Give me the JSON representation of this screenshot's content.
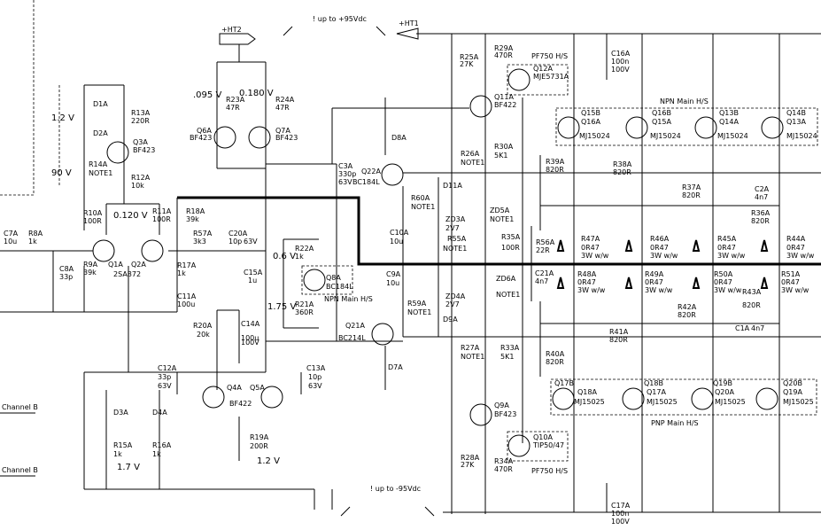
{
  "supply": {
    "pos_label": "+HT2",
    "pos_label2": "+HT1",
    "up_note": "! up to +95Vdc",
    "down_note": "! up to -95Vdc"
  },
  "channel_b": [
    "Channel B",
    "Channel B"
  ],
  "heatsinks": {
    "npn": "NPN Main H/S",
    "pnp": "PNP Main H/S",
    "q12_hs": "PF750 H/S",
    "q10_hs": "PF750 H/S",
    "q8_hs": "NPN Main H/S"
  },
  "voltages": [
    "1.2 V",
    "90 V",
    "0.120 V",
    ".095 V",
    "0.180 V",
    "0.6 V",
    "1.75 V",
    "1.7 V",
    "1.2 V"
  ],
  "labels": [
    {
      "id": "D1A",
      "t": "D1A"
    },
    {
      "id": "D2A",
      "t": "D2A"
    },
    {
      "id": "R13A",
      "t": "R13A"
    },
    {
      "id": "R13V",
      "t": "220R"
    },
    {
      "id": "Q3A",
      "t": "Q3A"
    },
    {
      "id": "Q3V",
      "t": "BF423"
    },
    {
      "id": "R14A",
      "t": "R14A"
    },
    {
      "id": "R14V",
      "t": "NOTE1"
    },
    {
      "id": "R12A",
      "t": "R12A"
    },
    {
      "id": "R12V",
      "t": "10k"
    },
    {
      "id": "R10A",
      "t": "R10A"
    },
    {
      "id": "R10V",
      "t": "100R"
    },
    {
      "id": "R11A",
      "t": "R11A"
    },
    {
      "id": "R11V",
      "t": "100R"
    },
    {
      "id": "R18A",
      "t": "R18A"
    },
    {
      "id": "R18V",
      "t": "39k"
    },
    {
      "id": "C7A",
      "t": "C7A"
    },
    {
      "id": "C7V",
      "t": "10u"
    },
    {
      "id": "R8A",
      "t": "R8A"
    },
    {
      "id": "R8V",
      "t": "1k"
    },
    {
      "id": "C8A",
      "t": "C8A"
    },
    {
      "id": "C8V",
      "t": "33p"
    },
    {
      "id": "R9A",
      "t": "R9A"
    },
    {
      "id": "R9V",
      "t": "39k"
    },
    {
      "id": "Q1A",
      "t": "Q1A"
    },
    {
      "id": "Q2A",
      "t": "Q2A"
    },
    {
      "id": "Q12V",
      "t": "2SA872"
    },
    {
      "id": "R17A",
      "t": "R17A"
    },
    {
      "id": "R17V",
      "t": "1k"
    },
    {
      "id": "C11A",
      "t": "C11A"
    },
    {
      "id": "C11V",
      "t": "100u"
    },
    {
      "id": "R57A",
      "t": "R57A"
    },
    {
      "id": "R57V",
      "t": "3k3"
    },
    {
      "id": "C20A",
      "t": "C20A"
    },
    {
      "id": "C20V",
      "t": "10p"
    },
    {
      "id": "C20V2",
      "t": "63V"
    },
    {
      "id": "R23A",
      "t": "R23A"
    },
    {
      "id": "R23V",
      "t": "47R"
    },
    {
      "id": "R24A",
      "t": "R24A"
    },
    {
      "id": "R24V",
      "t": "47R"
    },
    {
      "id": "Q6A",
      "t": "Q6A"
    },
    {
      "id": "Q6V",
      "t": "BF423"
    },
    {
      "id": "Q7A",
      "t": "Q7A"
    },
    {
      "id": "Q7V",
      "t": "BF423"
    },
    {
      "id": "C3A",
      "t": "C3A"
    },
    {
      "id": "C3V",
      "t": "330p"
    },
    {
      "id": "C3V2",
      "t": "63V"
    },
    {
      "id": "R22A",
      "t": "R22A"
    },
    {
      "id": "R22V",
      "t": "1k"
    },
    {
      "id": "C15A",
      "t": "C15A"
    },
    {
      "id": "C15V",
      "t": "1u"
    },
    {
      "id": "Q8A",
      "t": "Q8A"
    },
    {
      "id": "Q8V",
      "t": "BC184L"
    },
    {
      "id": "R21A",
      "t": "R21A"
    },
    {
      "id": "R21V",
      "t": "360R"
    },
    {
      "id": "R20A",
      "t": "R20A"
    },
    {
      "id": "R20V",
      "t": "20k"
    },
    {
      "id": "C14A",
      "t": "C14A"
    },
    {
      "id": "C14V",
      "t": "100u"
    },
    {
      "id": "C14V2",
      "t": "100V"
    },
    {
      "id": "C12A",
      "t": "C12A"
    },
    {
      "id": "C12V",
      "t": "33p"
    },
    {
      "id": "C12V2",
      "t": "63V"
    },
    {
      "id": "C13A",
      "t": "C13A"
    },
    {
      "id": "C13V",
      "t": "10p"
    },
    {
      "id": "C13V2",
      "t": "63V"
    },
    {
      "id": "Q4A",
      "t": "Q4A"
    },
    {
      "id": "Q5A",
      "t": "Q5A"
    },
    {
      "id": "Q45V",
      "t": "BF422"
    },
    {
      "id": "D3A",
      "t": "D3A"
    },
    {
      "id": "D4A",
      "t": "D4A"
    },
    {
      "id": "R15A",
      "t": "R15A"
    },
    {
      "id": "R15V",
      "t": "1k"
    },
    {
      "id": "R16A",
      "t": "R16A"
    },
    {
      "id": "R16V",
      "t": "1k"
    },
    {
      "id": "R19A",
      "t": "R19A"
    },
    {
      "id": "R19V",
      "t": "200R"
    },
    {
      "id": "D8A",
      "t": "D8A"
    },
    {
      "id": "Q22A",
      "t": "Q22A"
    },
    {
      "id": "Q22V",
      "t": "BC184L"
    },
    {
      "id": "R60A",
      "t": "R60A"
    },
    {
      "id": "R60V",
      "t": "NOTE1"
    },
    {
      "id": "C10A",
      "t": "C10A"
    },
    {
      "id": "C10V",
      "t": "10u"
    },
    {
      "id": "C9A",
      "t": "C9A"
    },
    {
      "id": "C9V",
      "t": "10u"
    },
    {
      "id": "R59A",
      "t": "R59A"
    },
    {
      "id": "R59V",
      "t": "NOTE1"
    },
    {
      "id": "Q21A",
      "t": "Q21A"
    },
    {
      "id": "Q21V",
      "t": "BC214L"
    },
    {
      "id": "D7A",
      "t": "D7A"
    },
    {
      "id": "D11A",
      "t": "D11A"
    },
    {
      "id": "ZD3A",
      "t": "ZD3A"
    },
    {
      "id": "ZD3V",
      "t": "2V7"
    },
    {
      "id": "R55A",
      "t": "R55A"
    },
    {
      "id": "R55V",
      "t": "NOTE1"
    },
    {
      "id": "ZD4A",
      "t": "ZD4A"
    },
    {
      "id": "ZD4V",
      "t": "2V7"
    },
    {
      "id": "D9A",
      "t": "D9A"
    },
    {
      "id": "ZD5A",
      "t": "ZD5A"
    },
    {
      "id": "ZD5V",
      "t": "NOTE1"
    },
    {
      "id": "ZD6A",
      "t": "ZD6A"
    },
    {
      "id": "ZD6V",
      "t": "NOTE1"
    },
    {
      "id": "R25A",
      "t": "R25A"
    },
    {
      "id": "R25V",
      "t": "27K"
    },
    {
      "id": "R29A",
      "t": "R29A"
    },
    {
      "id": "R29V",
      "t": "470R"
    },
    {
      "id": "Q12A",
      "t": "Q12A"
    },
    {
      "id": "Q12AV",
      "t": "MJE5731A"
    },
    {
      "id": "Q11A",
      "t": "Q11A"
    },
    {
      "id": "Q11V",
      "t": "BF422"
    },
    {
      "id": "R26A",
      "t": "R26A"
    },
    {
      "id": "R26V",
      "t": "NOTE1"
    },
    {
      "id": "R30A",
      "t": "R30A"
    },
    {
      "id": "R30V",
      "t": "5K1"
    },
    {
      "id": "R35A",
      "t": "R35A"
    },
    {
      "id": "R35V",
      "t": "100R"
    },
    {
      "id": "R27A",
      "t": "R27A"
    },
    {
      "id": "R27V",
      "t": "NOTE1"
    },
    {
      "id": "R33A",
      "t": "R33A"
    },
    {
      "id": "R33V",
      "t": "5K1"
    },
    {
      "id": "Q9A",
      "t": "Q9A"
    },
    {
      "id": "Q9V",
      "t": "BF423"
    },
    {
      "id": "Q10A",
      "t": "Q10A"
    },
    {
      "id": "Q10V",
      "t": "TIP50/47"
    },
    {
      "id": "R28A",
      "t": "R28A"
    },
    {
      "id": "R28V",
      "t": "27K"
    },
    {
      "id": "R34A",
      "t": "R34A"
    },
    {
      "id": "R34V",
      "t": "470R"
    },
    {
      "id": "C16A",
      "t": "C16A"
    },
    {
      "id": "C16V",
      "t": "100n"
    },
    {
      "id": "C16V2",
      "t": "100V"
    },
    {
      "id": "C17A",
      "t": "C17A"
    },
    {
      "id": "C17V",
      "t": "100n"
    },
    {
      "id": "C17V2",
      "t": "100V"
    },
    {
      "id": "Q15B",
      "t": "Q15B"
    },
    {
      "id": "Q16A",
      "t": "Q16A"
    },
    {
      "id": "Q16V",
      "t": "MJ15024"
    },
    {
      "id": "Q16B",
      "t": "Q16B"
    },
    {
      "id": "Q15A",
      "t": "Q15A"
    },
    {
      "id": "Q15V",
      "t": "MJ15024"
    },
    {
      "id": "Q13B",
      "t": "Q13B"
    },
    {
      "id": "Q14A",
      "t": "Q14A"
    },
    {
      "id": "Q14V",
      "t": "MJ15024"
    },
    {
      "id": "Q14B",
      "t": "Q14B"
    },
    {
      "id": "Q13A",
      "t": "Q13A"
    },
    {
      "id": "Q13V",
      "t": "MJ15024"
    },
    {
      "id": "R39A",
      "t": "R39A"
    },
    {
      "id": "R39V",
      "t": "820R"
    },
    {
      "id": "R38A",
      "t": "R38A"
    },
    {
      "id": "R38V",
      "t": "820R"
    },
    {
      "id": "R37A",
      "t": "R37A"
    },
    {
      "id": "R37V",
      "t": "820R"
    },
    {
      "id": "C2A",
      "t": "C2A"
    },
    {
      "id": "C2V",
      "t": "4n7"
    },
    {
      "id": "R36A",
      "t": "R36A"
    },
    {
      "id": "R36V",
      "t": "820R"
    },
    {
      "id": "R56A",
      "t": "R56A"
    },
    {
      "id": "R56V",
      "t": "22R"
    },
    {
      "id": "C21A",
      "t": "C21A"
    },
    {
      "id": "C21V",
      "t": "4n7"
    },
    {
      "id": "R47A",
      "t": "R47A"
    },
    {
      "id": "R47V",
      "t": "0R47"
    },
    {
      "id": "R47W",
      "t": "3W w/w"
    },
    {
      "id": "R46A",
      "t": "R46A"
    },
    {
      "id": "R46V",
      "t": "0R47"
    },
    {
      "id": "R46W",
      "t": "3W w/w"
    },
    {
      "id": "R45A",
      "t": "R45A"
    },
    {
      "id": "R45V",
      "t": "0R47"
    },
    {
      "id": "R45W",
      "t": "3W w/w"
    },
    {
      "id": "R44A",
      "t": "R44A"
    },
    {
      "id": "R44V",
      "t": "0R47"
    },
    {
      "id": "R44W",
      "t": "3W w/w"
    },
    {
      "id": "R48A",
      "t": "R48A"
    },
    {
      "id": "R48V",
      "t": "0R47"
    },
    {
      "id": "R48W",
      "t": "3W w/w"
    },
    {
      "id": "R49A",
      "t": "R49A"
    },
    {
      "id": "R49V",
      "t": "0R47"
    },
    {
      "id": "R49W",
      "t": "3W w/w"
    },
    {
      "id": "R50A",
      "t": "R50A"
    },
    {
      "id": "R50V",
      "t": "0R47"
    },
    {
      "id": "R50W",
      "t": "3W w/w"
    },
    {
      "id": "R51A",
      "t": "R51A"
    },
    {
      "id": "R51V",
      "t": "0R47"
    },
    {
      "id": "R51W",
      "t": "3W w/w"
    },
    {
      "id": "R43A",
      "t": "R43A"
    },
    {
      "id": "R43V",
      "t": "820R"
    },
    {
      "id": "R42A",
      "t": "R42A"
    },
    {
      "id": "R42V",
      "t": "820R"
    },
    {
      "id": "C1A",
      "t": "C1A"
    },
    {
      "id": "C1V",
      "t": "4n7"
    },
    {
      "id": "R41A",
      "t": "R41A"
    },
    {
      "id": "R41V",
      "t": "820R"
    },
    {
      "id": "R40A",
      "t": "R40A"
    },
    {
      "id": "R40V",
      "t": "820R"
    },
    {
      "id": "Q17B",
      "t": "Q17B"
    },
    {
      "id": "Q18A",
      "t": "Q18A"
    },
    {
      "id": "Q18V",
      "t": "MJ15025"
    },
    {
      "id": "Q18B",
      "t": "Q18B"
    },
    {
      "id": "Q17A",
      "t": "Q17A"
    },
    {
      "id": "Q17V",
      "t": "MJ15025"
    },
    {
      "id": "Q19B",
      "t": "Q19B"
    },
    {
      "id": "Q20A",
      "t": "Q20A"
    },
    {
      "id": "Q20V",
      "t": "MJ15025"
    },
    {
      "id": "Q20B",
      "t": "Q20B"
    },
    {
      "id": "Q19A",
      "t": "Q19A"
    },
    {
      "id": "Q19V",
      "t": "MJ15025"
    }
  ]
}
